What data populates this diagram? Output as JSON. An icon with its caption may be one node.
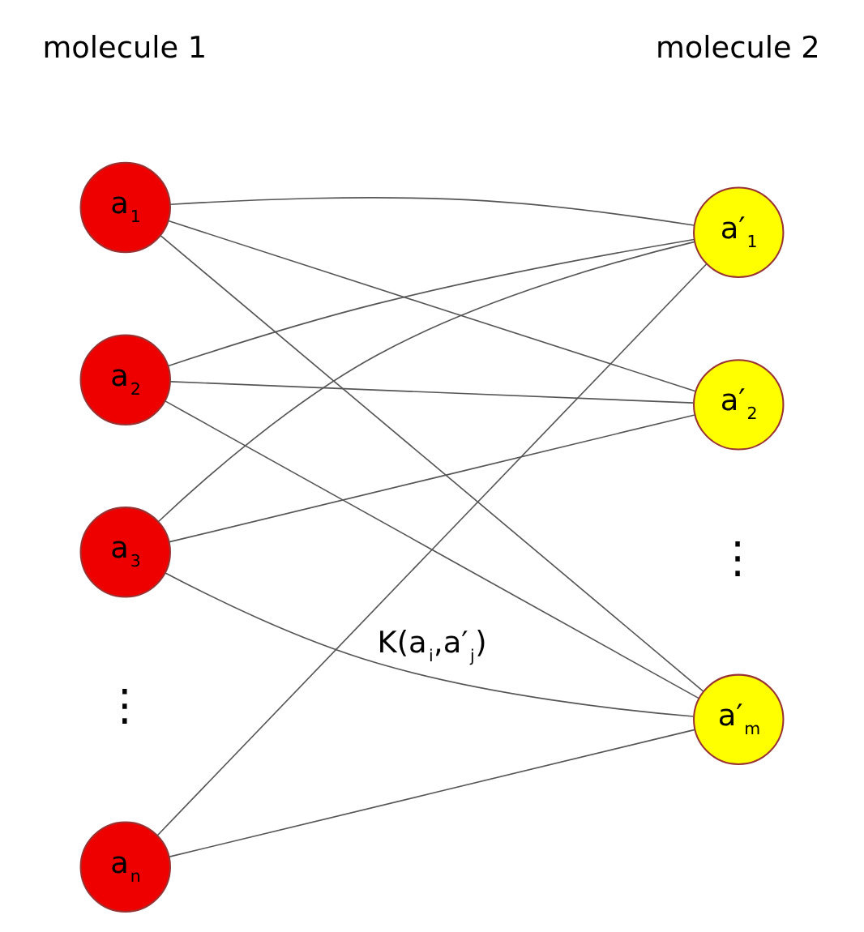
{
  "diagram": {
    "nodes": [
      {
        "text": [
          "a$_{1}$"
        ]
      },
      {
        "text": [
          "a$_{2}$"
        ]
      },
      {
        "text": [
          "a$_{3}$"
        ]
      },
      {
        "text": [
          "a$_{n}$"
        ]
      },
      {
        "text": [
          "a′$_{1}$"
        ]
      },
      {
        "text": [
          "a′$_{2}$"
        ]
      },
      {
        "text": [
          "a′$_{m}$"
        ]
      }
    ],
    "edges": [
      {
        "from": 0,
        "to": 4,
        "arrow": "none"
      },
      {
        "from": 0,
        "to": 5,
        "arrow": "none"
      },
      {
        "from": 0,
        "to": 6,
        "arrow": "none"
      },
      {
        "from": 1,
        "to": 4,
        "arrow": "none"
      },
      {
        "from": 1,
        "to": 5,
        "arrow": "none"
      },
      {
        "from": 1,
        "to": 6,
        "arrow": "none"
      },
      {
        "from": 2,
        "to": 4,
        "arrow": "none"
      },
      {
        "from": 2,
        "to": 5,
        "arrow": "none"
      },
      {
        "from": 2,
        "to": 6,
        "arrow": "none",
        "label": "K(a$_{i}$,a′$_{j}$)"
      },
      {
        "from": 3,
        "to": 4,
        "arrow": "none"
      },
      {
        "from": 3,
        "to": 6,
        "arrow": "none"
      }
    ],
    "labels": [
      "molecule 1",
      "molecule 2",
      "⋮",
      "⋮"
    ]
  }
}
